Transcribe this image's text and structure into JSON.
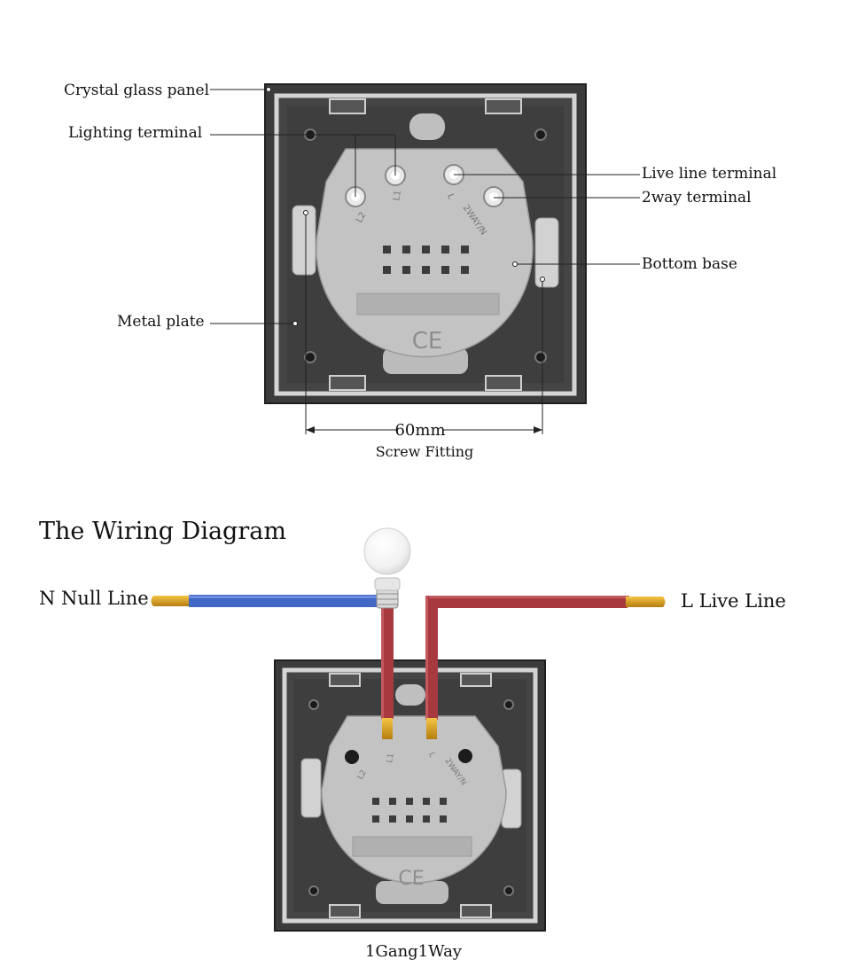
{
  "switch_diagram": {
    "labels": {
      "crystal_glass_panel": "Crystal glass panel",
      "lighting_terminal": "Lighting terminal",
      "live_line_terminal": "Live line terminal",
      "two_way_terminal": "2way terminal",
      "bottom_base": "Bottom base",
      "metal_plate": "Metal plate"
    },
    "dimension": "60mm",
    "dimension_caption": "Screw Fitting",
    "terminal_markings": [
      "L2",
      "L1",
      "L",
      "2WAY/N"
    ],
    "certification_mark": "CE"
  },
  "wiring": {
    "title": "The Wiring Diagram",
    "null_line": "N Null Line",
    "live_line": "L Live Line",
    "caption": "1Gang1Way"
  },
  "colors": {
    "null_wire": "#4267c4",
    "live_wire": "#a83a3f",
    "panel": "#3a3a3a",
    "base": "#c2c2c2"
  }
}
